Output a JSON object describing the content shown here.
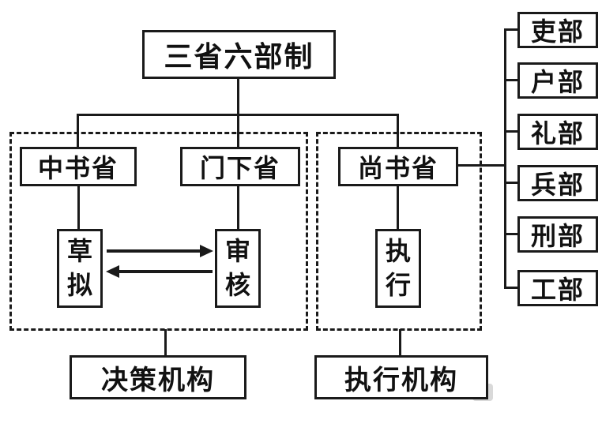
{
  "title": "三省六部制",
  "departments": {
    "zhongshu": "中书省",
    "menxia": "门下省",
    "shangshu": "尚书省"
  },
  "functions": {
    "draft": "草拟",
    "review": "审核",
    "execute": "执行"
  },
  "organs": {
    "decision": "决策机构",
    "execution": "执行机构"
  },
  "ministries": [
    "吏部",
    "户部",
    "礼部",
    "兵部",
    "刑部",
    "工部"
  ],
  "colors": {
    "line": "#1a1a1a",
    "text": "#111111",
    "background": "#ffffff"
  }
}
